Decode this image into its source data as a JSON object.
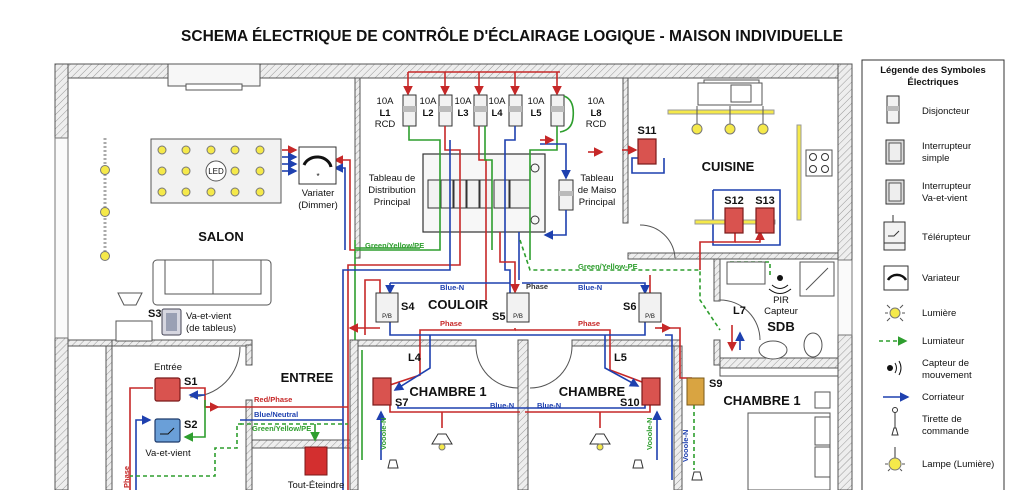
{
  "title": "SCHEMA ÉLECTRIQUE DE CONTRÔLE D'ÉCLAIRAGE LOGIQUE - MAISON INDIVIDUELLE",
  "rooms": {
    "salon": "SALON",
    "cuisine": "CUISINE",
    "couloir": "COULOIR",
    "entree": "ENTREE",
    "chambre1": "CHAMBRE 1",
    "chambre": "CHAMBRE",
    "chambre1_right": "CHAMBRE 1",
    "sdb": "SDB"
  },
  "breakers": [
    {
      "rating": "10A",
      "line": "L1",
      "type": "RCD"
    },
    {
      "rating": "10A",
      "line": "L2",
      "type": ""
    },
    {
      "rating": "10A",
      "line": "L3",
      "type": ""
    },
    {
      "rating": "10A",
      "line": "L4",
      "type": ""
    },
    {
      "rating": "10A",
      "line": "L5",
      "type": ""
    },
    {
      "rating": "10A",
      "line": "L8",
      "type": "RCD"
    }
  ],
  "panels": {
    "distribution": [
      "Tableau de",
      "Distribution",
      "Principal"
    ],
    "main": [
      "Tableau",
      "de Maiso",
      "Principal"
    ]
  },
  "salon": {
    "led_label": "LED",
    "dimmer": [
      "Variater",
      "(Dimmer)"
    ],
    "s3_label": "S3",
    "s3_desc": [
      "Va-et-vient",
      "(de tableus)"
    ]
  },
  "entree": {
    "entree_label": "Entrée",
    "s1": "S1",
    "s2": "S2",
    "s2_desc": "Va-et-vient",
    "all_off": "Tout-Éteindre",
    "wire_red": "Red/Phase",
    "wire_blue": "Blue/Neutral",
    "wire_green": "Green/Yellow/PE",
    "phase": "Phase"
  },
  "switches": {
    "s4": "S4",
    "s5": "S5",
    "s6": "S6",
    "s7": "S7",
    "s9": "S9",
    "s10": "S10",
    "s11": "S11",
    "s12": "S12",
    "s13": "S13",
    "pb": "P/B"
  },
  "lines": {
    "l4": "L4",
    "l5": "L5",
    "l7": "L7"
  },
  "wire_labels": {
    "green_pe": "Green/Yellow/PE",
    "green_pe2": "Green/Yellow-PE",
    "blue_n": "Blue-N",
    "phase": "Phase",
    "vooole": "Vooole-N"
  },
  "sdb": {
    "pir": [
      "PIR",
      "Capteur"
    ]
  },
  "legend": {
    "title": [
      "Légende des Symboles",
      "Électriques"
    ],
    "items": [
      {
        "icon": "breaker-icon",
        "label": [
          "Disjoncteur"
        ]
      },
      {
        "icon": "simple-switch-icon",
        "label": [
          "Interrupteur",
          "simple"
        ]
      },
      {
        "icon": "two-way-switch-icon",
        "label": [
          "Interrupteur",
          "Va-et-vient"
        ]
      },
      {
        "icon": "remote-switch-icon",
        "label": [
          "Télérupteur"
        ]
      },
      {
        "icon": "dimmer-icon",
        "label": [
          "Variateur"
        ]
      },
      {
        "icon": "light-icon",
        "label": [
          "Lumière"
        ]
      },
      {
        "icon": "dashed-arrow-icon",
        "label": [
          "Lumiateur"
        ]
      },
      {
        "icon": "motion-sensor-icon",
        "label": [
          "Capteur de",
          "mouvement"
        ]
      },
      {
        "icon": "blue-arrow-icon",
        "label": [
          "Corriateur"
        ]
      },
      {
        "icon": "pull-cord-icon",
        "label": [
          "Tirette de",
          "commande"
        ]
      },
      {
        "icon": "lamp-icon",
        "label": [
          "Lampe (Lumière)"
        ]
      }
    ]
  },
  "colors": {
    "phase": "#c62828",
    "neutral": "#1e40af",
    "earth": "#2e9e2e",
    "switch": "#d9534f",
    "light": "#f5e94a"
  }
}
